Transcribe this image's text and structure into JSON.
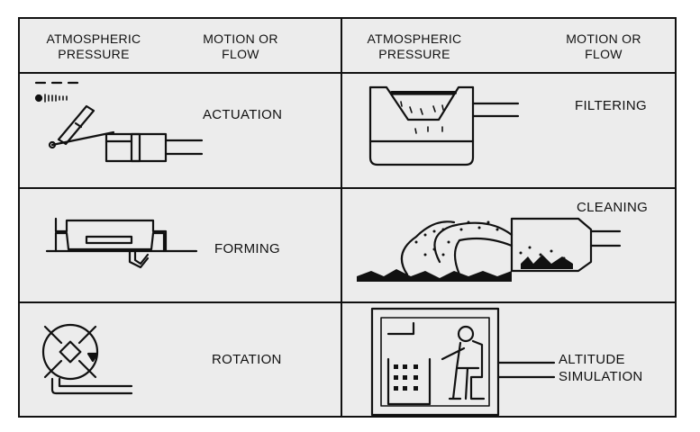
{
  "headers": {
    "left": {
      "col1": [
        "ATMOSPHERIC",
        "PRESSURE"
      ],
      "col2": [
        "MOTION OR",
        "FLOW"
      ]
    },
    "right": {
      "col1": [
        "ATMOSPHERIC",
        "PRESSURE"
      ],
      "col2": [
        "MOTION OR",
        "FLOW"
      ]
    }
  },
  "rows": [
    {
      "left": {
        "label": [
          "ACTUATION"
        ],
        "icon": "piston-actuator-icon"
      },
      "right": {
        "label": [
          "FILTERING"
        ],
        "icon": "vacuum-filter-icon"
      }
    },
    {
      "left": {
        "label": [
          "FORMING"
        ],
        "icon": "vacuum-forming-icon"
      },
      "right": {
        "label": [
          "CLEANING"
        ],
        "icon": "vacuum-cleaner-icon"
      }
    },
    {
      "left": {
        "label": [
          "ROTATION"
        ],
        "icon": "rotary-vane-icon"
      },
      "right": {
        "label": [
          "ALTITUDE",
          "SIMULATION"
        ],
        "icon": "altitude-chamber-icon"
      }
    }
  ]
}
